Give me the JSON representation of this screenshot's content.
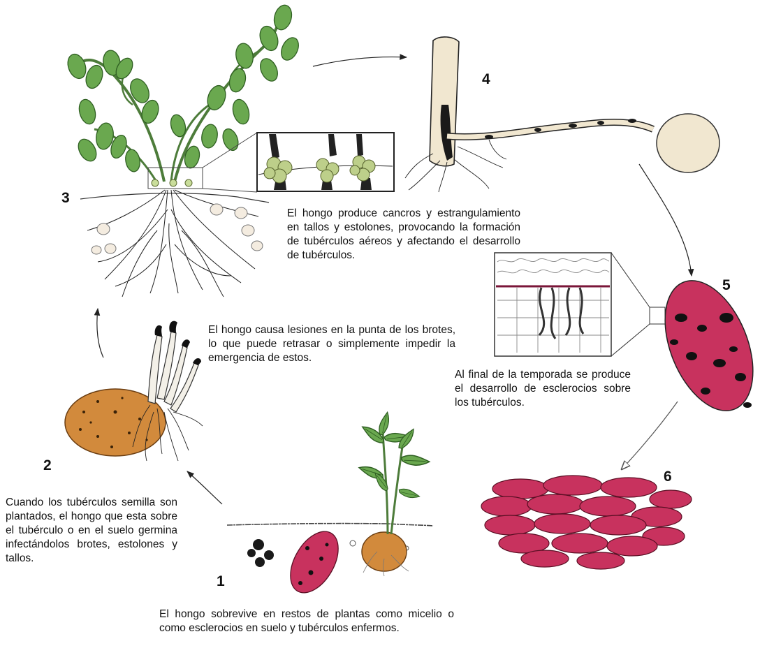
{
  "stages": [
    {
      "number": "1",
      "text": "El hongo sobrevive en restos de plantas como micelio o como esclerocios en suelo y tubérculos enfermos."
    },
    {
      "number": "2",
      "text": "Cuando los tubérculos semilla son plantados, el hongo que esta sobre el tubérculo o en el suelo germina infectándolos brotes, estolones y tallos."
    },
    {
      "number": "3",
      "text": "El hongo produce cancros y estrangulamiento en tallos y estolones, provocando la formación de tubérculos aéreos y afectando el desarrollo de tubérculos."
    },
    {
      "number": "4",
      "text": ""
    },
    {
      "number": "5",
      "text": "Al final de la temporada se produce el desarrollo de esclerocios sobre los tubérculos."
    },
    {
      "number": "6",
      "text": ""
    }
  ],
  "sprout_note": "El hongo causa lesiones en la punta de los brotes, lo que puede retrasar o simplemente impedir la emergencia de estos.",
  "colors": {
    "leaf": "#6aa84f",
    "leaf_dark": "#2f5f22",
    "tuber_red": "#c8325e",
    "tuber_red_dark": "#8e1b3d",
    "seed_potato": "#d28a3c",
    "stolon": "#f2e6cc",
    "sclerotia": "#1a1a1a"
  }
}
